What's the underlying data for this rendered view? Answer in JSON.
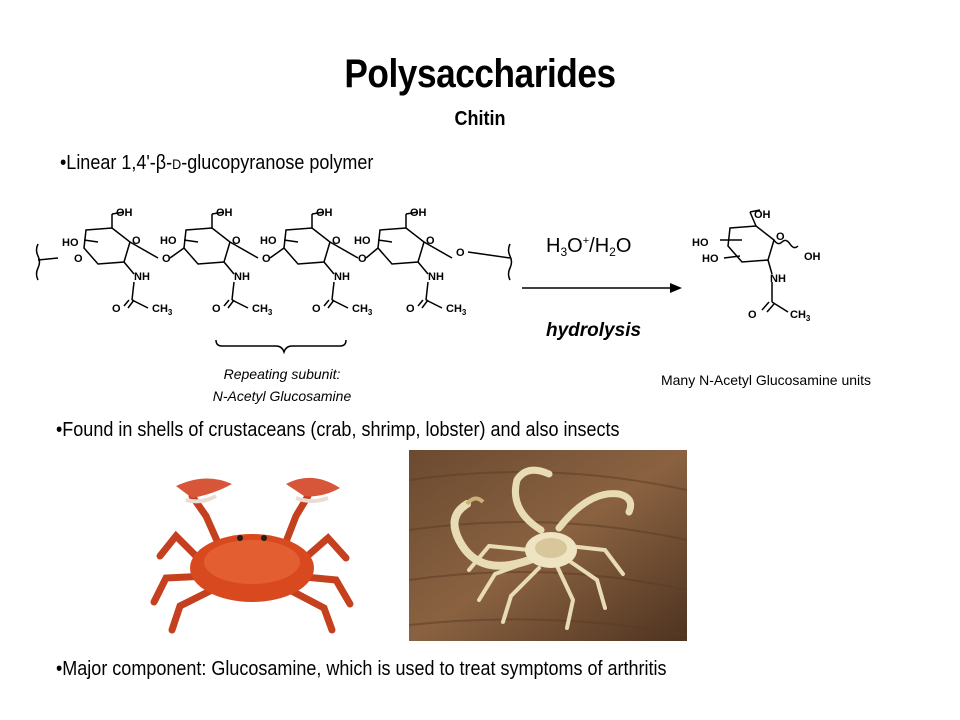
{
  "slide": {
    "title": "Polysaccharides",
    "subtitle": "Chitin",
    "bullets": {
      "linear_prefix": "•Linear 1,4'-",
      "beta_symbol": "β",
      "dash": "-",
      "d_label": "D",
      "linear_suffix": "-glucopyranose polymer",
      "found": "•Found in shells of crustaceans (crab, shrimp, lobster) and also insects",
      "major": "•Major component: Glucosamine, which is used to treat symptoms of arthritis"
    }
  },
  "diagram": {
    "atoms": {
      "oh": "OH",
      "ho": "HO",
      "o": "O",
      "nh": "NH",
      "ch": "CH",
      "sub3": "3"
    },
    "reagent": {
      "h": "H",
      "sub3": "3",
      "o": "O",
      "plus": "+",
      "slash": "/H",
      "sub2": "2",
      "o2": "O"
    },
    "process": "hydrolysis",
    "repeat_caption_line1": "Repeating subunit:",
    "repeat_caption_line2": "N-Acetyl Glucosamine",
    "product_caption": "Many N-Acetyl Glucosamine units"
  },
  "images": {
    "crab": "crab",
    "scorpion": "scorpion"
  }
}
